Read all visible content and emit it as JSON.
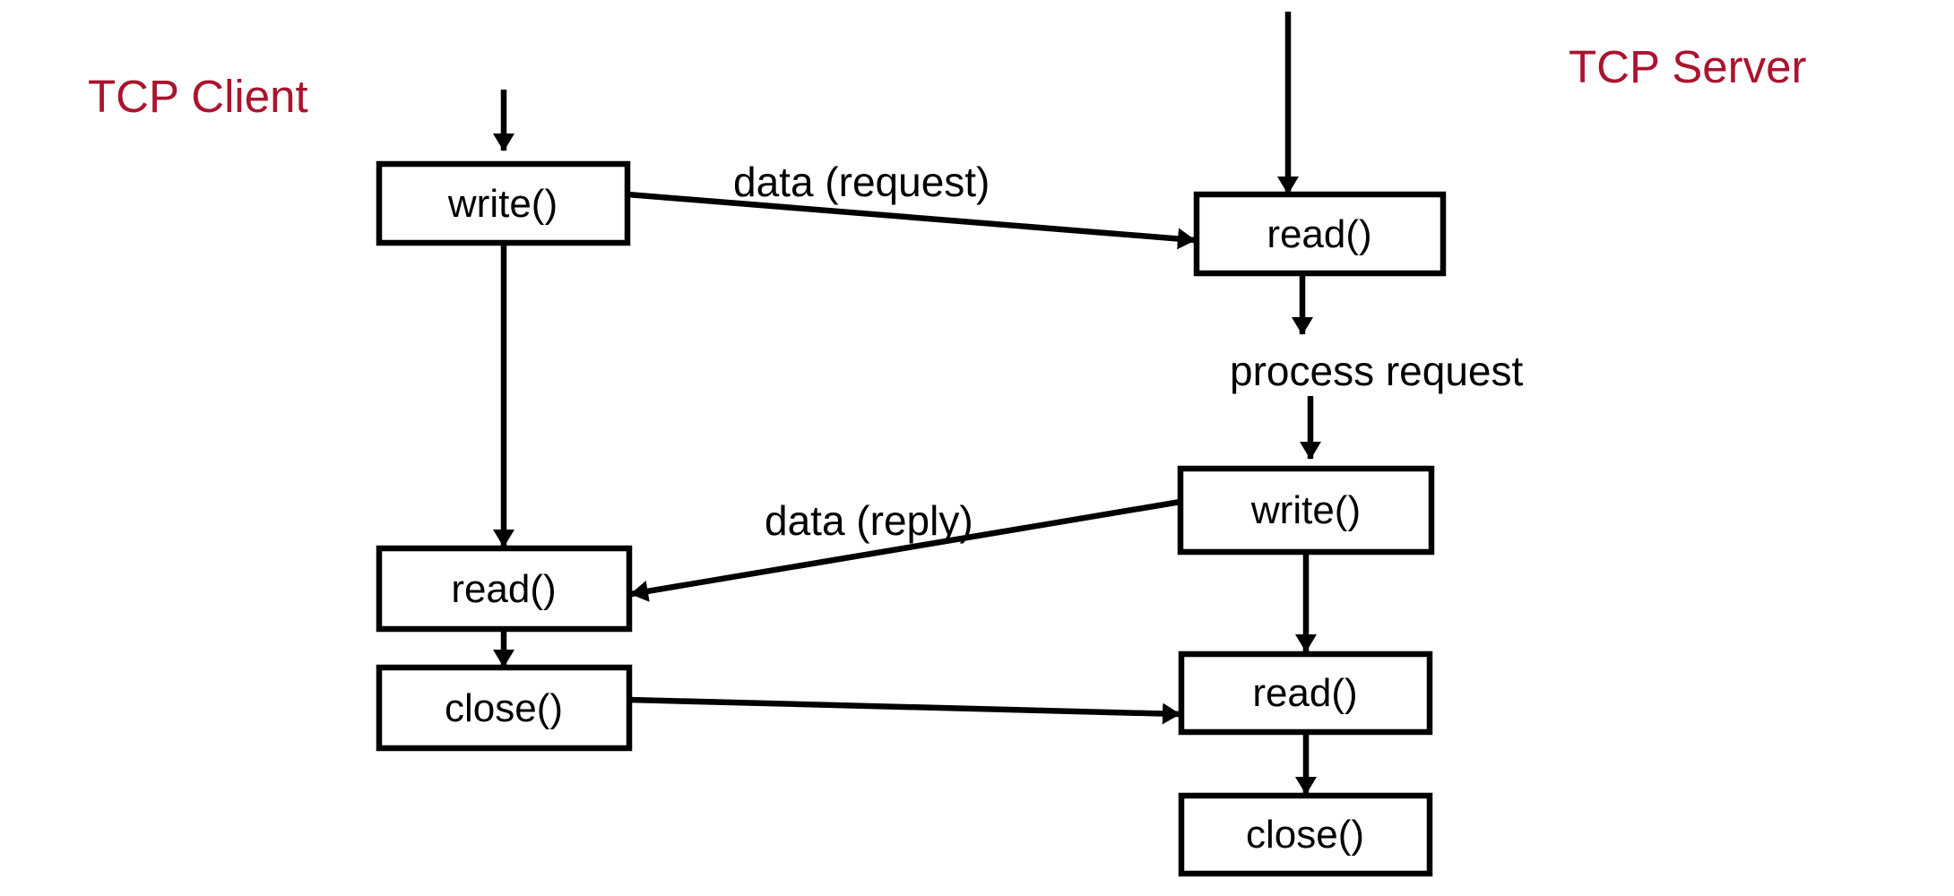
{
  "diagram": {
    "titles": {
      "client": "TCP Client",
      "server": "TCP Server"
    },
    "client_nodes": [
      {
        "label": "write()"
      },
      {
        "label": "read()"
      },
      {
        "label": "close()"
      }
    ],
    "server_nodes": [
      {
        "label": "read()"
      },
      {
        "label": "write()"
      },
      {
        "label": "read()"
      },
      {
        "label": "close()"
      }
    ],
    "edge_labels": {
      "request": "data (request)",
      "reply": "data (reply)",
      "process": "process request"
    },
    "colors": {
      "title": "#AA142F",
      "text": "#000000",
      "line": "#000000",
      "background": "#FFFFFF"
    }
  }
}
